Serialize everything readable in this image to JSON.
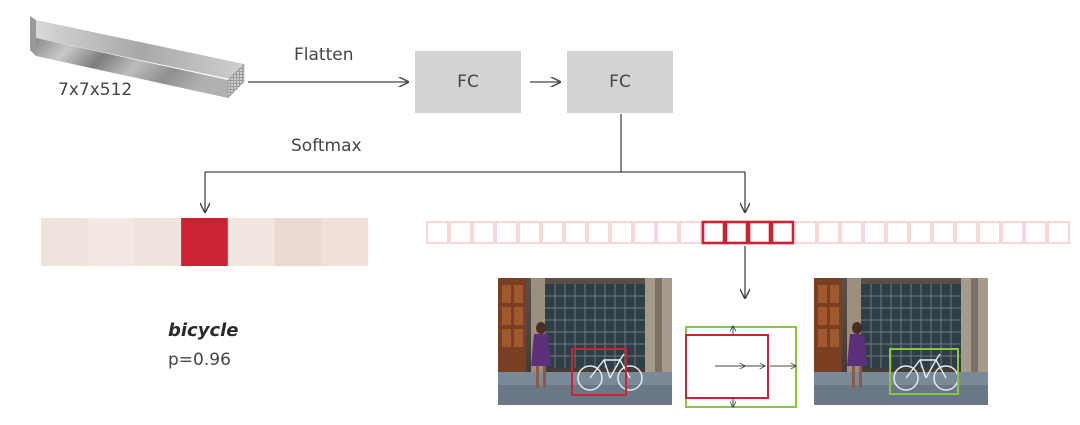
{
  "tensor_label": "7x7x512",
  "flatten_label": "Flatten",
  "fc1_label": "FC",
  "fc2_label": "FC",
  "softmax_label": "Softmax",
  "class_label": "bicycle",
  "prob_label": "p=0.96",
  "colors": {
    "highlight": "#cc2233",
    "box_green": "#8cc63f",
    "fc_fill": "#d3d3d3",
    "line": "#444444"
  },
  "class_scores": [
    0.3,
    0.15,
    0.3,
    1.0,
    0.2,
    0.5,
    0.35
  ],
  "bbox_cells_total": 28,
  "bbox_highlight_cells": [
    12,
    13,
    14,
    15
  ]
}
